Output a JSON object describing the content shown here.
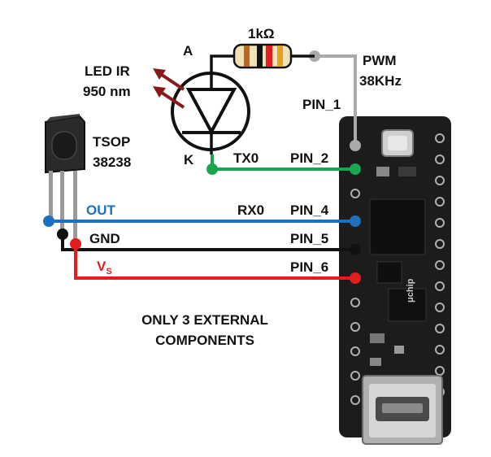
{
  "colors": {
    "wire_gray": "#aaaaaa",
    "wire_green": "#1aa64e",
    "wire_blue": "#1e6fc0",
    "wire_black": "#111111",
    "wire_red": "#e21d1d",
    "arrow_red": "#8a1a1a",
    "board": "#1c1c1c",
    "sensor": "#2a2a2a",
    "usb_metal": "#b0b0b0"
  },
  "labels": {
    "resistor": "1kΩ",
    "anode": "A",
    "cathode": "K",
    "led_line1": "LED IR",
    "led_line2": "950 nm",
    "pwm_line1": "PWM",
    "pwm_line2": "38KHz",
    "pin1": "PIN_1",
    "pin2": "PIN_2",
    "pin4": "PIN_4",
    "pin5": "PIN_5",
    "pin6": "PIN_6",
    "tx0": "TX0",
    "rx0": "RX0",
    "tsop_line1": "TSOP",
    "tsop_line2": "38238",
    "out": "OUT",
    "gnd": "GND",
    "vs": "V",
    "vs_sub": "S",
    "note_line1": "ONLY 3 EXTERNAL",
    "note_line2": "COMPONENTS"
  },
  "board_labels": {
    "brand": "μchip"
  }
}
